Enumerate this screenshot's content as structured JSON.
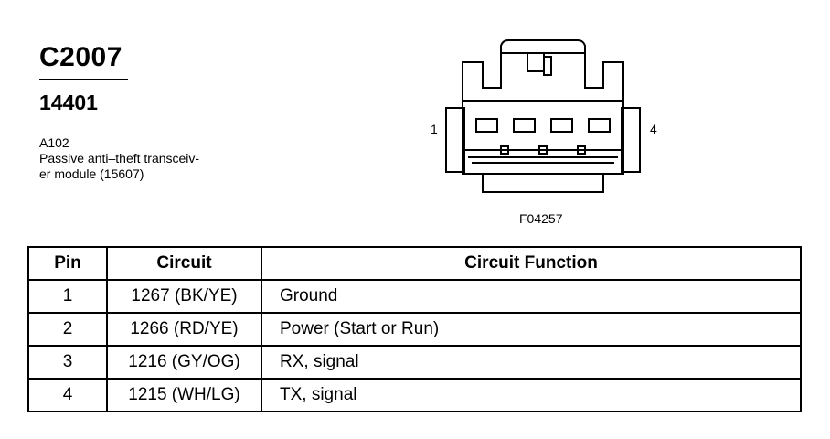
{
  "header": {
    "connector_id": "C2007",
    "part_number": "14401",
    "component_code": "A102",
    "component_desc_line1": "Passive anti–theft transceiv-",
    "component_desc_line2": "er module (15607)"
  },
  "diagram": {
    "pin_left": "1",
    "pin_right": "4",
    "figure_id": "F04257"
  },
  "table": {
    "headers": {
      "pin": "Pin",
      "circuit": "Circuit",
      "function": "Circuit Function"
    },
    "rows": [
      {
        "pin": "1",
        "circuit": "1267 (BK/YE)",
        "function": "Ground"
      },
      {
        "pin": "2",
        "circuit": "1266 (RD/YE)",
        "function": "Power (Start or Run)"
      },
      {
        "pin": "3",
        "circuit": "1216 (GY/OG)",
        "function": "RX, signal"
      },
      {
        "pin": "4",
        "circuit": "1215 (WH/LG)",
        "function": "TX, signal"
      }
    ]
  }
}
